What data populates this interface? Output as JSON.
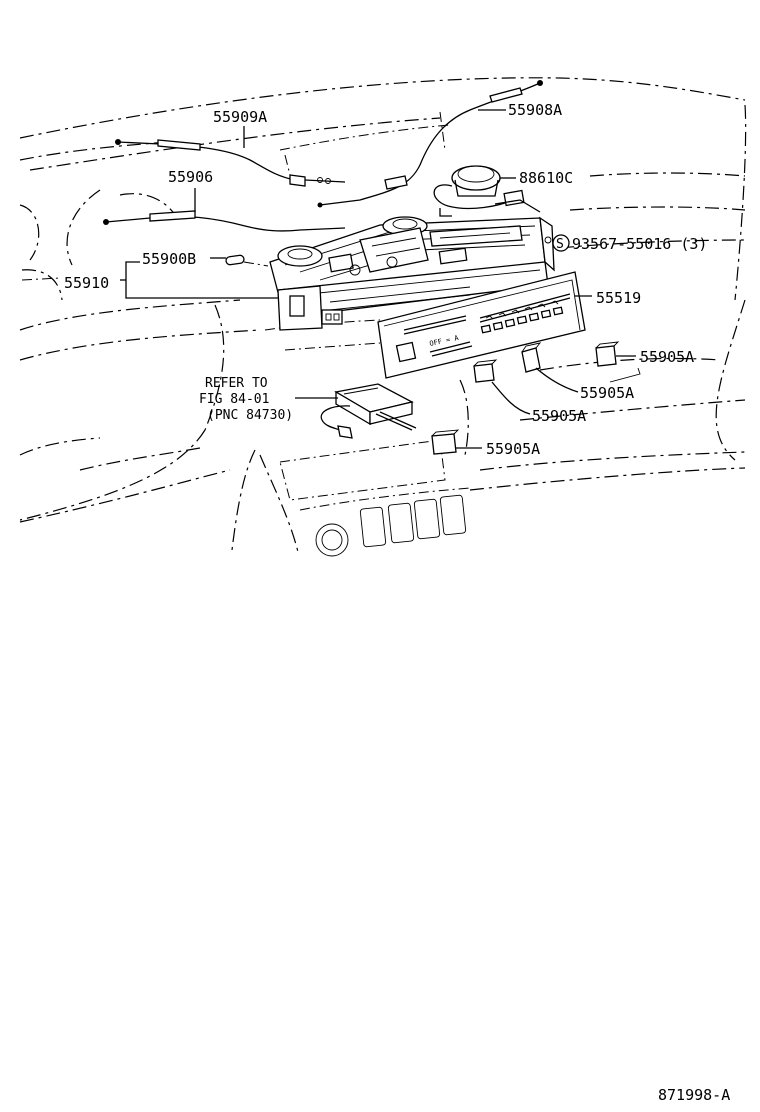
{
  "diagram": {
    "part_labels": {
      "p55909A": "55909A",
      "p55908A": "55908A",
      "p88610C": "88610C",
      "p55906": "55906",
      "p93567": "93567-55016 (3)",
      "p55910": "55910",
      "p55900B": "55900B",
      "p55519": "55519",
      "p55905A_1": "55905A",
      "p55905A_2": "55905A",
      "p55905A_3": "55905A",
      "p55905A_4": "55905A"
    },
    "screw_symbol": "S",
    "refer_note": {
      "line1": "REFER TO",
      "line2": "FIG 84-01",
      "line3": "(PNC 84730)"
    },
    "figure_id": "871998-A"
  }
}
